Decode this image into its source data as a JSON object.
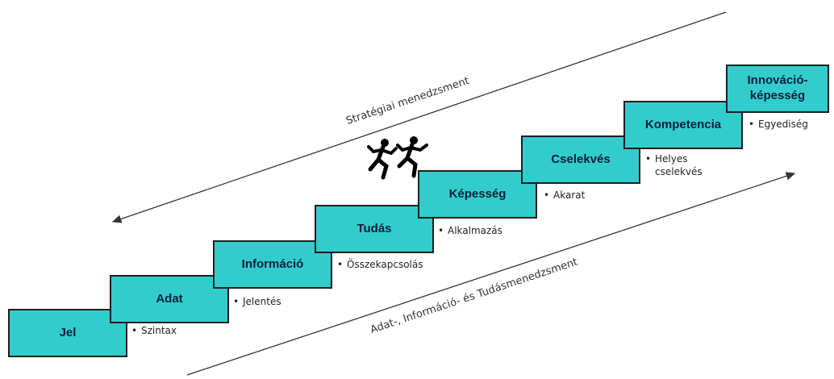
{
  "steps": [
    {
      "label": "Jel",
      "note": "Szintax"
    },
    {
      "label": "Adat",
      "note": "Jelentés"
    },
    {
      "label": "Információ",
      "note": "Összekapcsolás"
    },
    {
      "label": "Tudás",
      "note": "Alkalmazás"
    },
    {
      "label": "Képesség",
      "note": "Akarat"
    },
    {
      "label": "Cselekvés",
      "note_line1": "Helyes",
      "note_line2": "cselekvés"
    },
    {
      "label": "Kompetencia",
      "note": "Egyediség"
    },
    {
      "label_line1": "Innováció-",
      "label_line2": "képesség"
    }
  ],
  "arrows": {
    "top_label": "Stratégiai menedzsment",
    "bottom_label": "Adat-, Információ- és Tudásmenedzsment"
  },
  "icons": {
    "runners": "running-people-icon"
  },
  "colors": {
    "step_fill": "#33cccc",
    "step_border": "#1f1f1f",
    "step_text": "#0b1f3a",
    "arrow": "#333333"
  }
}
